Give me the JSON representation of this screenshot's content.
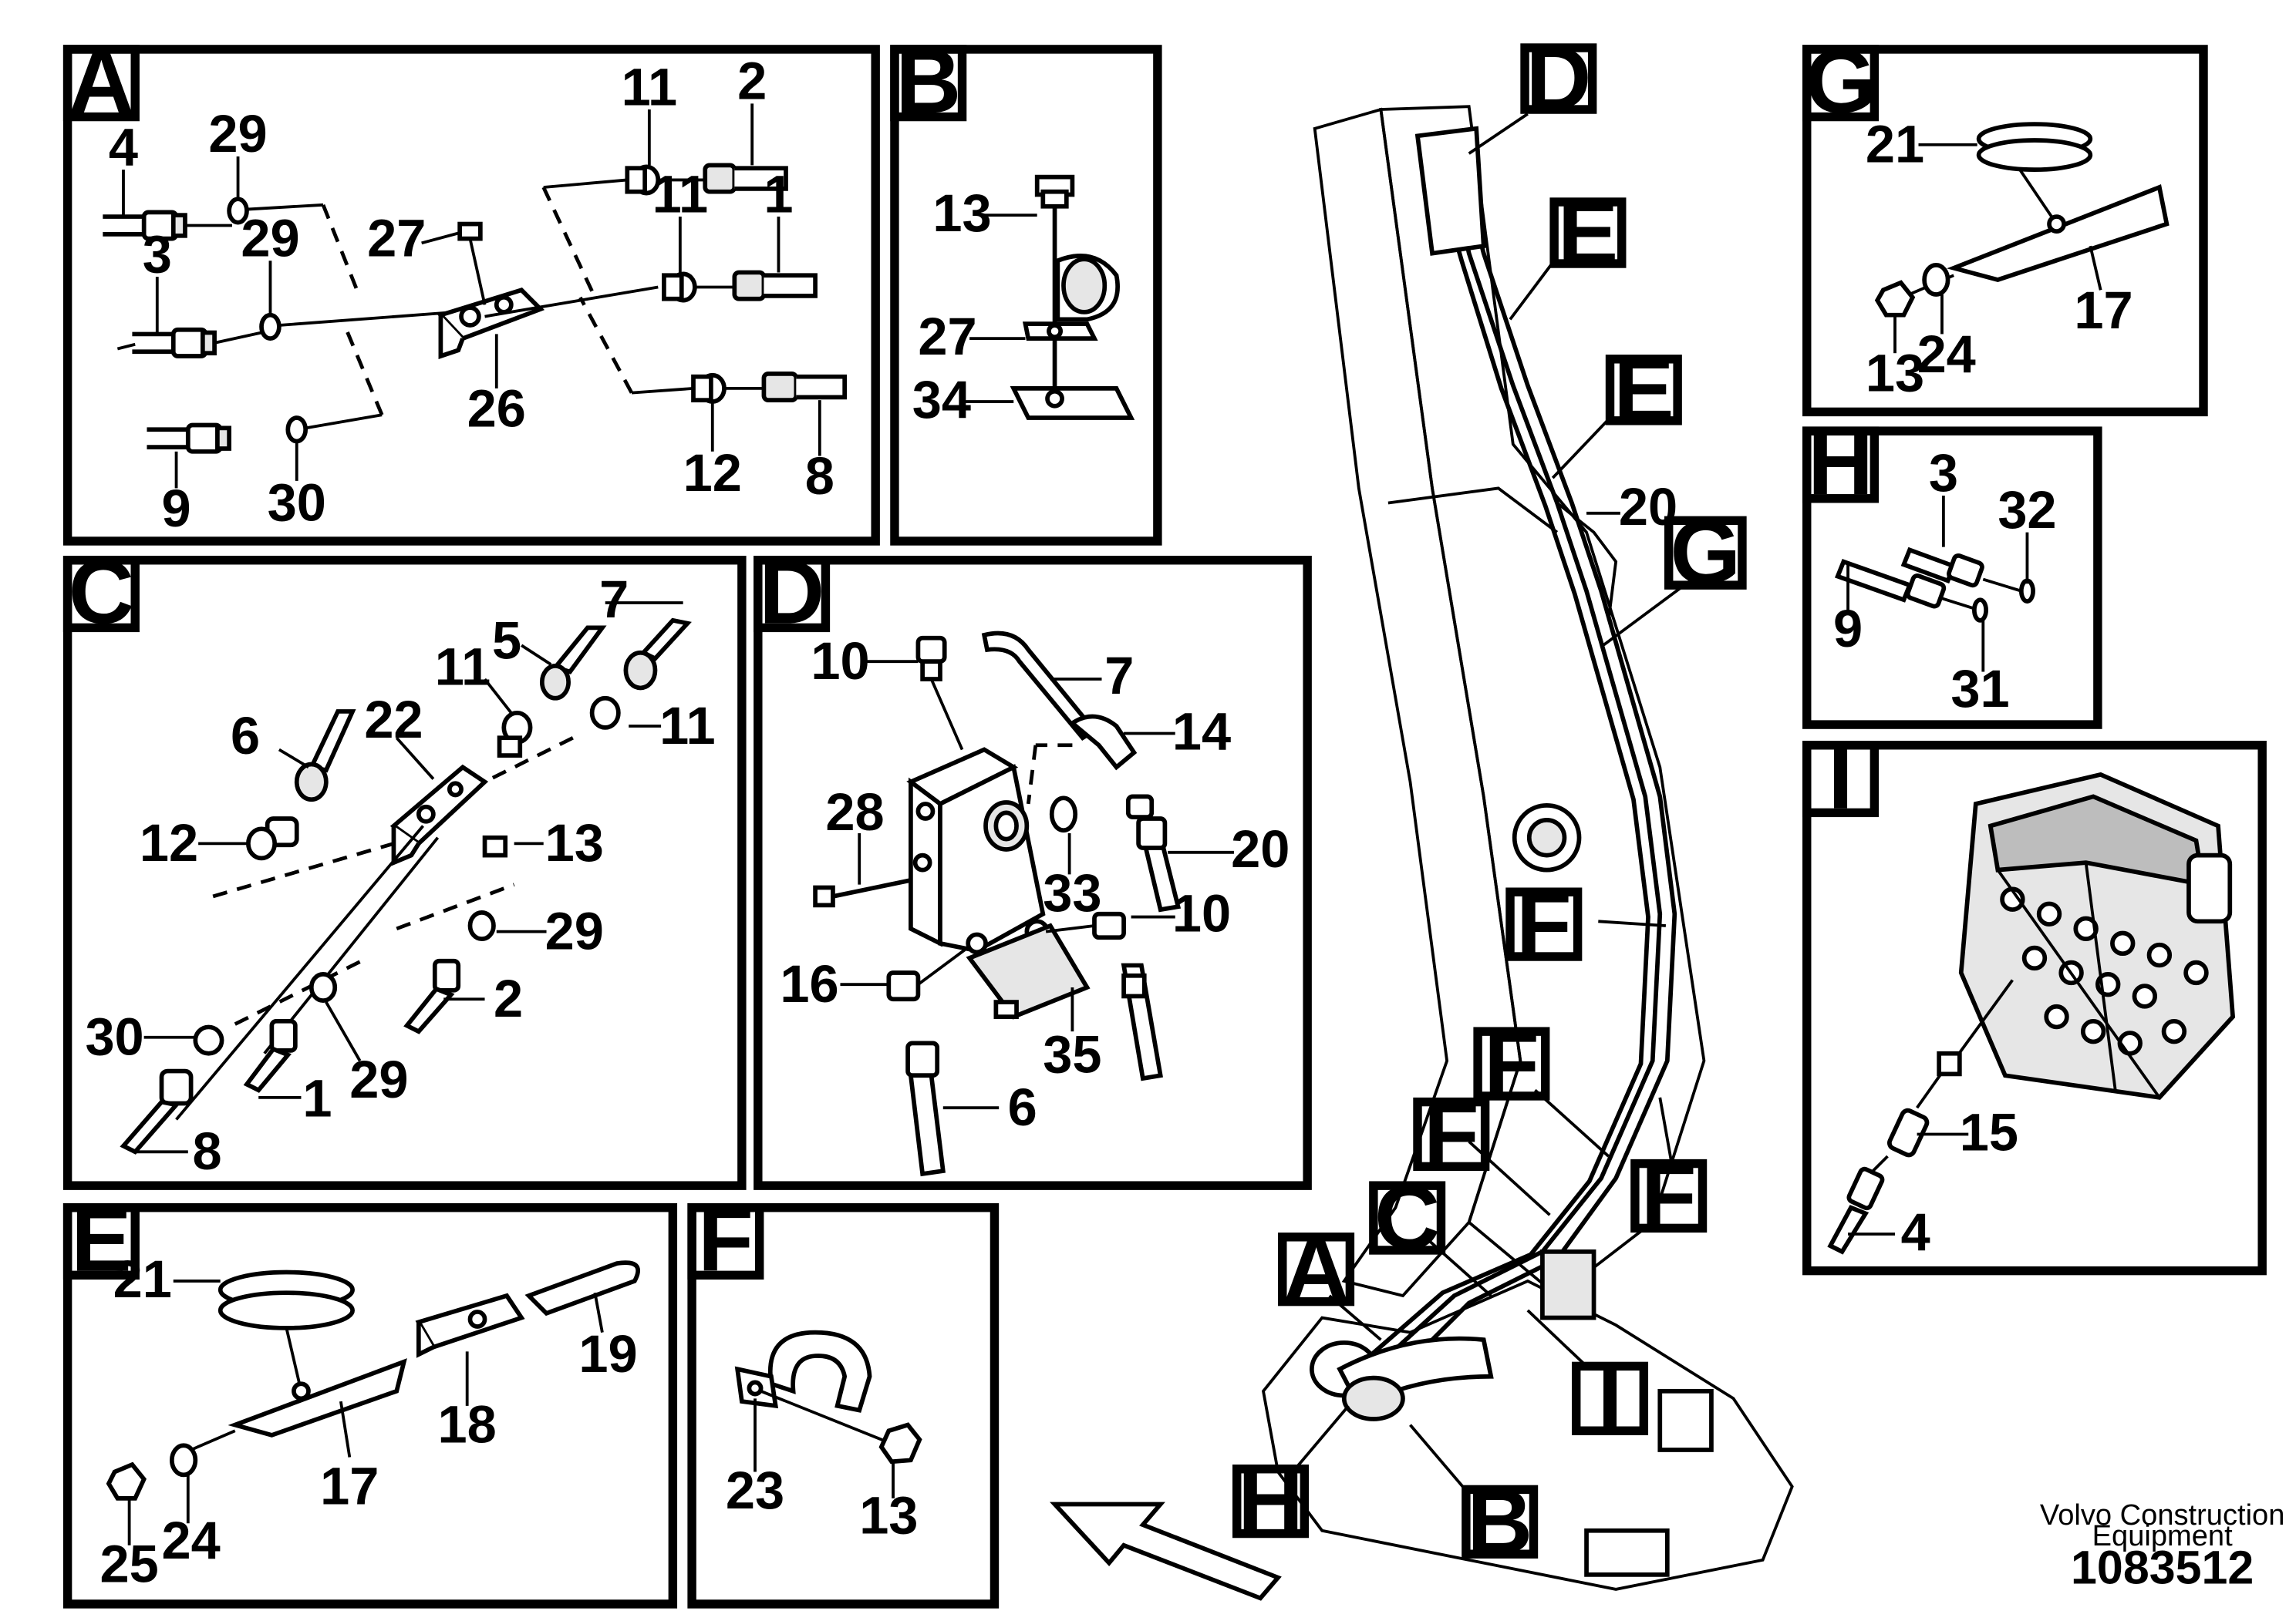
{
  "panels": {
    "A": {
      "letter": "A",
      "parts": {
        "p4": "4",
        "p29a": "29",
        "p29b": "29",
        "p3": "3",
        "p27": "27",
        "p26": "26",
        "p11a": "11",
        "p2": "2",
        "p11b": "11",
        "p1": "1",
        "p9": "9",
        "p30": "30",
        "p12": "12",
        "p8": "8"
      }
    },
    "B": {
      "letter": "B",
      "parts": {
        "p13": "13",
        "p27": "27",
        "p34": "34"
      }
    },
    "C": {
      "letter": "C",
      "parts": {
        "p7": "7",
        "p5": "5",
        "p11a": "11",
        "p11b": "11",
        "p6": "6",
        "p22": "22",
        "p12": "12",
        "p13": "13",
        "p29a": "29",
        "p2": "2",
        "p30": "30",
        "p29b": "29",
        "p1": "1",
        "p8": "8"
      }
    },
    "D": {
      "letter": "D",
      "parts": {
        "p10a": "10",
        "p7": "7",
        "p14": "14",
        "p28": "28",
        "p20": "20",
        "p33": "33",
        "p10b": "10",
        "p16": "16",
        "p35": "35",
        "p6": "6"
      }
    },
    "E": {
      "letter": "E",
      "parts": {
        "p21": "21",
        "p19": "19",
        "p18": "18",
        "p17": "17",
        "p25": "25",
        "p24": "24"
      }
    },
    "F": {
      "letter": "F",
      "parts": {
        "p23": "23",
        "p13": "13"
      }
    },
    "G": {
      "letter": "G",
      "parts": {
        "p21": "21",
        "p13": "13",
        "p24": "24",
        "p17": "17"
      }
    },
    "H": {
      "letter": "H",
      "parts": {
        "p3": "3",
        "p32": "32",
        "p9": "9",
        "p31": "31"
      }
    },
    "I": {
      "letter": "I",
      "parts": {
        "p15": "15",
        "p4": "4"
      }
    }
  },
  "overview": {
    "callouts": {
      "D": "D",
      "E1": "E",
      "E2": "E",
      "G": "G",
      "F1": "F",
      "F2": "F",
      "F3": "F",
      "F4": "F",
      "A": "A",
      "C": "C",
      "I": "I",
      "H": "H",
      "B": "B"
    },
    "p20": "20"
  },
  "footer": {
    "company_line1": "Volvo Construction",
    "company_line2": "Equipment",
    "drawing_number": "1083512"
  }
}
